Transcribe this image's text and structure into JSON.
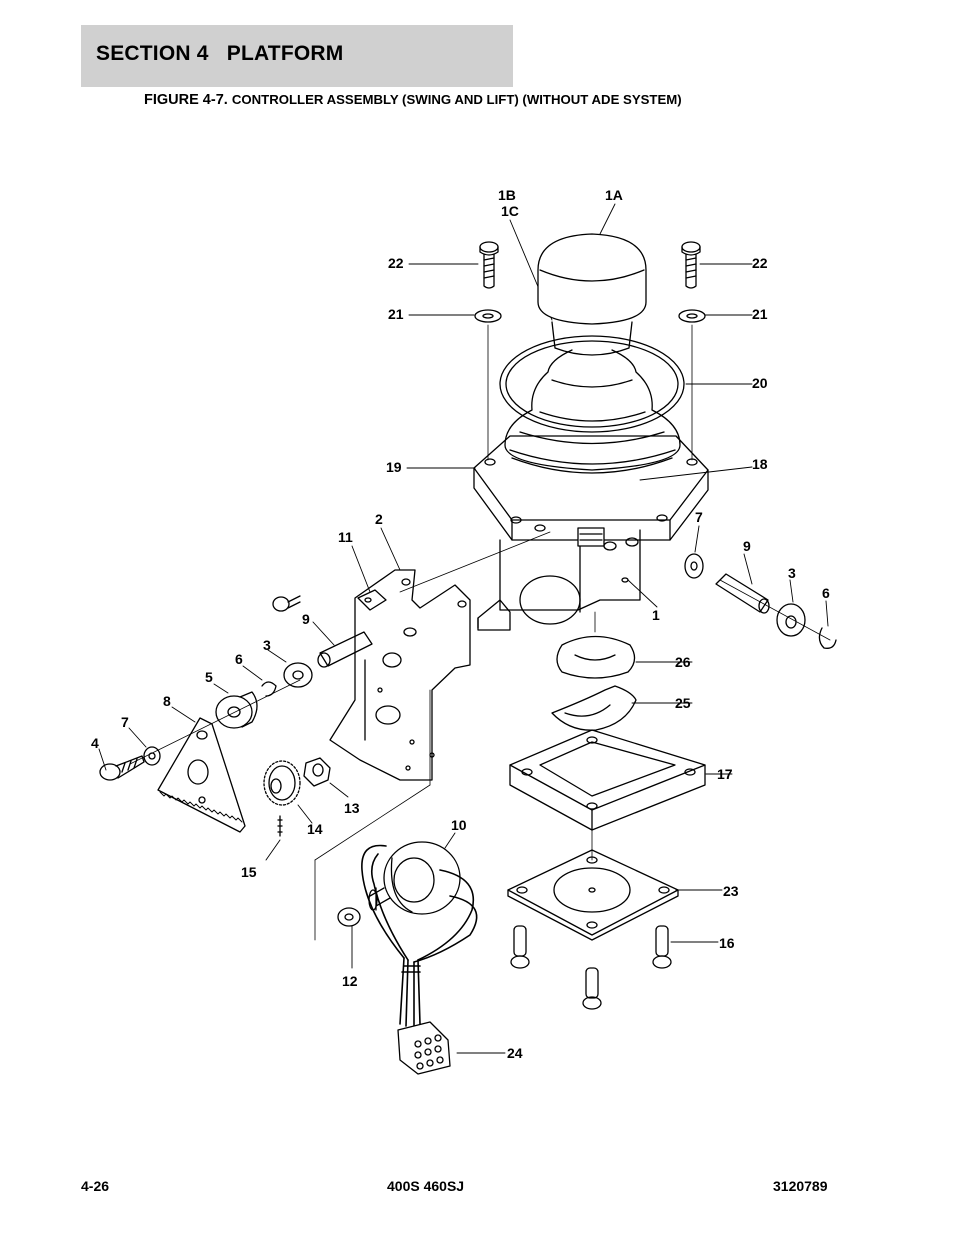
{
  "header": {
    "section": "SECTION 4   PLATFORM",
    "figure_label": "FIGURE 4-7.",
    "figure_title": "CONTROLLER ASSEMBLY (SWING AND LIFT) (WITHOUT ADE SYSTEM)"
  },
  "callouts": {
    "c1B": "1B",
    "c1C": "1C",
    "c1A": "1A",
    "c22l": "22",
    "c22r": "22",
    "c21l": "21",
    "c21r": "21",
    "c20": "20",
    "c19": "19",
    "c18": "18",
    "c2": "2",
    "c11": "11",
    "c7r": "7",
    "c9r": "9",
    "c3r": "3",
    "c6r": "6",
    "c1": "1",
    "c9l": "9",
    "c3l": "3",
    "c6l": "6",
    "c5": "5",
    "c8": "8",
    "c7l": "7",
    "c4": "4",
    "c26": "26",
    "c25": "25",
    "c17": "17",
    "c13": "13",
    "c14": "14",
    "c15": "15",
    "c10": "10",
    "c23": "23",
    "c16": "16",
    "c12": "12",
    "c24": "24"
  },
  "footer": {
    "page": "4-26",
    "model": "400S 460SJ",
    "part_number": "3120789"
  }
}
